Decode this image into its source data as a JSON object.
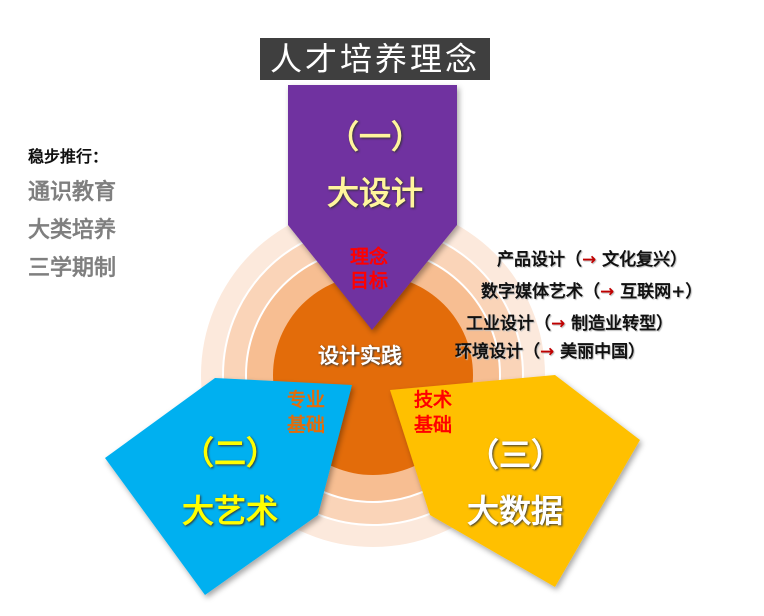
{
  "title": "人才培养理念",
  "side": {
    "heading": "稳步推行：",
    "items": [
      "通识教育",
      "大类培养",
      "三学期制"
    ]
  },
  "center": "设计实践",
  "pillars": [
    {
      "number": "（一）",
      "name": "大设计",
      "label_line1": "理念",
      "label_line2": "目标",
      "color": "#7030a0"
    },
    {
      "number": "（二）",
      "name": "大艺术",
      "label_line1": "专业",
      "label_line2": "基础",
      "color": "#00b0f0"
    },
    {
      "number": "（三）",
      "name": "大数据",
      "label_line1": "技术",
      "label_line2": "基础",
      "color": "#ffc000"
    }
  ],
  "directions": [
    {
      "field": "产品设计（",
      "arrow": "→",
      "target": " 文化复兴）"
    },
    {
      "field": "数字媒体艺术（",
      "arrow": "→",
      "target": " 互联网+）"
    },
    {
      "field": "工业设计（",
      "arrow": "→",
      "target": " 制造业转型）"
    },
    {
      "field": "环境设计（",
      "arrow": "→",
      "target": " 美丽中国）"
    }
  ]
}
